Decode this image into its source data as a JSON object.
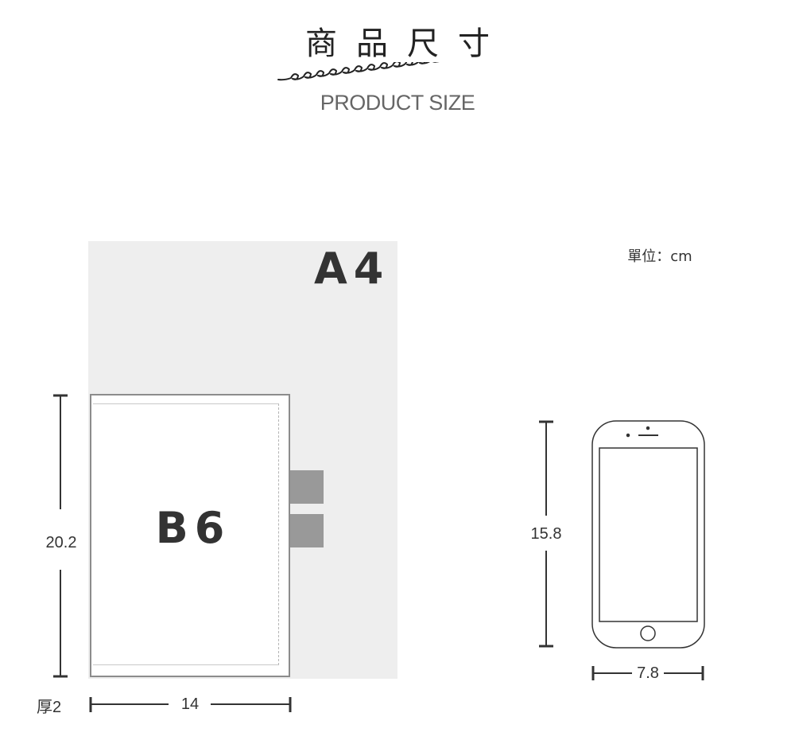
{
  "header": {
    "title_zh": "商品尺寸",
    "title_en": "PRODUCT SIZE"
  },
  "unit_note": "單位：cm",
  "a4": {
    "label": "A4"
  },
  "b6": {
    "label": "B6",
    "height": "20.2",
    "width": "14",
    "thickness": "厚2"
  },
  "phone": {
    "height": "15.8",
    "width": "7.8"
  },
  "colors": {
    "sheet": "#eeeeee",
    "book_border": "#8c8c8c",
    "tab": "#999999",
    "dimension_line": "#333333"
  }
}
